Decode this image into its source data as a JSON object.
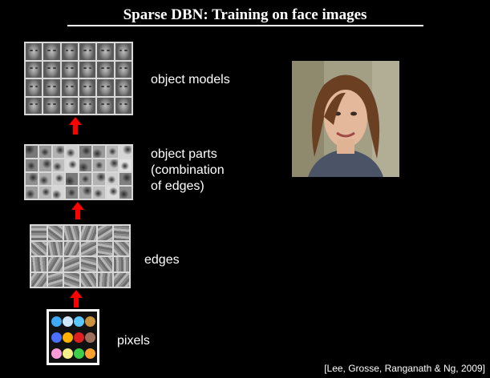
{
  "title": "Sparse DBN: Training on face images",
  "labels": {
    "object_models": "object models",
    "object_parts": [
      "object parts",
      "(combination",
      "of edges)"
    ],
    "edges": "edges",
    "pixels": "pixels"
  },
  "citation": "[Lee, Grosse, Ranganath & Ng, 2009]",
  "colors": {
    "arrow": "#ff0000",
    "pixel_dots": [
      "#3fa9f5",
      "#cfe8ff",
      "#58c8ff",
      "#c9933e",
      "#4b6fff",
      "#ffb000",
      "#e02020",
      "#a06f5b",
      "#ff9ad9",
      "#f5f08a",
      "#3ecf4a",
      "#ff9f2e"
    ]
  }
}
